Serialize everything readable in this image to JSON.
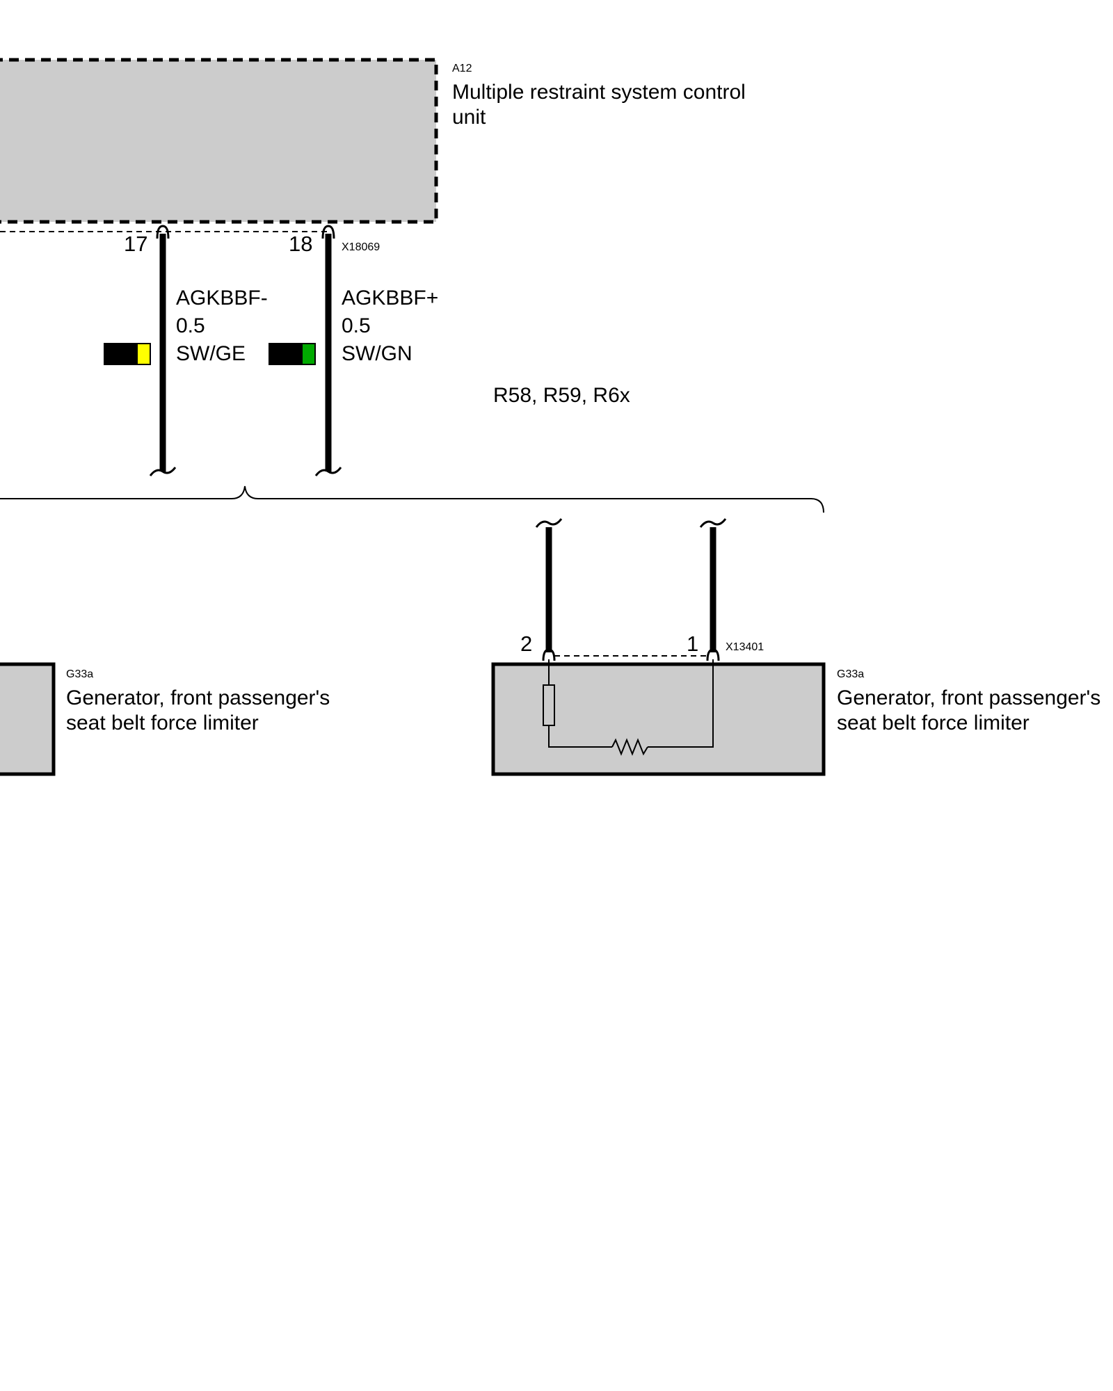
{
  "control_unit": {
    "ref": "A12",
    "name_line1": "Multiple restraint system control",
    "name_line2": "unit",
    "connector": "X18069"
  },
  "wires": [
    {
      "pin": "17",
      "signal": "AGKBBF-",
      "gauge": "0.5",
      "color_code": "SW/GE",
      "base_color": "#000000",
      "stripe_color": "#ffff00"
    },
    {
      "pin": "18",
      "signal": "AGKBBF+",
      "gauge": "0.5",
      "color_code": "SW/GN",
      "base_color": "#000000",
      "stripe_color": "#00aa00"
    }
  ],
  "variant_label": "R58, R59, R6x",
  "generator_left": {
    "ref": "G33a",
    "name_line1": "Generator, front passenger's",
    "name_line2": "seat belt force limiter"
  },
  "generator_right": {
    "ref": "G33a",
    "name_line1": "Generator, front passenger's",
    "name_line2": "seat belt force limiter",
    "connector": "X13401",
    "pin_left": "2",
    "pin_right": "1"
  },
  "colors": {
    "component_fill": "#cccccc",
    "line": "#000000"
  }
}
